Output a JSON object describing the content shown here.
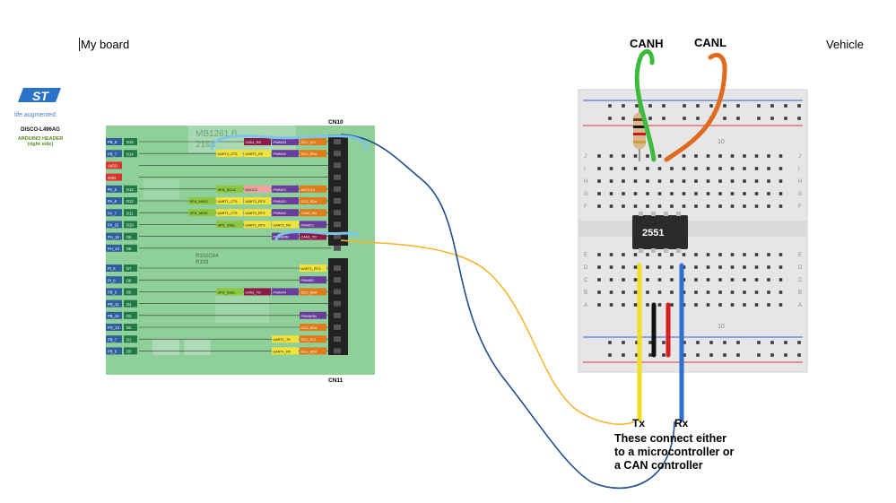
{
  "labels": {
    "my_board": "My board",
    "vehicle": "Vehicle",
    "canh": "CANH",
    "canl": "CANL",
    "tx": "Tx",
    "rx": "Rx",
    "note_line1": "These connect either",
    "note_line2": "to a microcontroller or",
    "note_line3": "a CAN controller"
  },
  "board": {
    "logo_text": "life.augmented",
    "name": "DISCO-L496AG",
    "header_line1": "ARDUINO HEADER",
    "header_line2": "(right side)",
    "cn_top": "CN10",
    "cn_bottom": "CN11",
    "silk_main": "MB1261 B",
    "silk_num": "2164",
    "silk_ref": "R102C84",
    "silk_ref2": "R103",
    "pins_top": [
      {
        "port": "PB_8",
        "ard": "D15",
        "funcs": [
          {
            "t": "CAN1_RD",
            "c": "#8b1c4a"
          },
          {
            "t": "PWM4/3",
            "c": "#6a3d9a"
          },
          {
            "t": "I2C1_SCL",
            "c": "#e07b1a"
          }
        ]
      },
      {
        "port": "PB_7",
        "ard": "D14",
        "funcs": [
          {
            "t": "UART4_CTS",
            "c": "#f2e23a"
          },
          {
            "t": "UART1_RX",
            "c": "#f2e23a"
          },
          {
            "t": "PWM4/2",
            "c": "#6a3d9a"
          },
          {
            "t": "I2C1_SDA",
            "c": "#e07b1a"
          }
        ]
      },
      {
        "port": "AVDD",
        "ard": "",
        "funcs": []
      },
      {
        "port": "GND",
        "ard": "",
        "funcs": []
      },
      {
        "port": "PA_5",
        "ard": "D13",
        "funcs": [
          {
            "t": "SPI1_SCLK",
            "c": "#8dc63f"
          },
          {
            "t": "DAC1/2",
            "c": "#f2a1a1"
          },
          {
            "t": "PWM2/1",
            "c": "#6a3d9a"
          },
          {
            "t": "ADC1/10",
            "c": "#e07b1a"
          }
        ]
      },
      {
        "port": "PA_6",
        "ard": "D12",
        "funcs": [
          {
            "t": "SPI1_MISO",
            "c": "#8dc63f"
          },
          {
            "t": "UART1_CTS",
            "c": "#f2e23a"
          },
          {
            "t": "UART3_RTS",
            "c": "#f2e23a"
          },
          {
            "t": "PWM3/1",
            "c": "#6a3d9a"
          },
          {
            "t": "I2C3_SDA",
            "c": "#e07b1a"
          }
        ]
      },
      {
        "port": "PA_7",
        "ard": "D11",
        "funcs": [
          {
            "t": "SPI1_MOSI",
            "c": "#8dc63f"
          },
          {
            "t": "UART1_CTS",
            "c": "#f2e23a"
          },
          {
            "t": "UART3_RTS",
            "c": "#f2e23a"
          },
          {
            "t": "PWM3/2",
            "c": "#6a3d9a"
          },
          {
            "t": "CAN2_RD",
            "c": "#e07b1a"
          }
        ]
      },
      {
        "port": "PA_15",
        "ard": "D10",
        "funcs": [
          {
            "t": "SPI1_SSEL",
            "c": "#8dc63f"
          },
          {
            "t": "UART1_RTS",
            "c": "#f2e23a"
          },
          {
            "t": "UART2_RX",
            "c": "#f2e23a"
          },
          {
            "t": "PWM2/1",
            "c": "#6a3d9a"
          }
        ]
      },
      {
        "port": "PH_15",
        "ard": "D9",
        "funcs": [
          {
            "t": "PWM8/3N",
            "c": "#6a3d9a"
          },
          {
            "t": "CAN1_TD",
            "c": "#8b1c4a"
          }
        ]
      },
      {
        "port": "PH_13",
        "ard": "D8",
        "funcs": []
      }
    ],
    "pins_bottom": [
      {
        "port": "PI_6",
        "ard": "D7",
        "funcs": [
          {
            "t": "UART1_RTS",
            "c": "#f2e23a"
          }
        ]
      },
      {
        "port": "PI_8",
        "ard": "D6",
        "funcs": [
          {
            "t": "PWM8/2",
            "c": "#6a3d9a"
          }
        ]
      },
      {
        "port": "PB_5",
        "ard": "D5",
        "funcs": [
          {
            "t": "SPI2_SSEL",
            "c": "#8dc63f"
          },
          {
            "t": "CAN1_TD",
            "c": "#8b1c4a"
          },
          {
            "t": "PWM4/4",
            "c": "#6a3d9a"
          },
          {
            "t": "I2C1_SDA",
            "c": "#e07b1a"
          }
        ]
      },
      {
        "port": "PG_11",
        "ard": "D4",
        "funcs": []
      },
      {
        "port": "PB_15",
        "ard": "D3",
        "funcs": [
          {
            "t": "PWM8/3N",
            "c": "#6a3d9a"
          }
        ]
      },
      {
        "port": "PG_13",
        "ard": "D2",
        "funcs": [
          {
            "t": "I2C3_SDA",
            "c": "#e07b1a"
          }
        ]
      },
      {
        "port": "PB_7",
        "ard": "D1",
        "funcs": [
          {
            "t": "UART1_TX",
            "c": "#f2e23a"
          },
          {
            "t": "I2C1_SCL",
            "c": "#e07b1a"
          }
        ]
      },
      {
        "port": "PB_6",
        "ard": "D0",
        "funcs": [
          {
            "t": "UART1_RX",
            "c": "#f2e23a"
          },
          {
            "t": "I2C1_SDA",
            "c": "#e07b1a"
          }
        ]
      }
    ]
  },
  "breadboard": {
    "chip_label": "2551",
    "col_marker": "10",
    "row_letters_top": [
      "J",
      "I",
      "H",
      "G",
      "F"
    ],
    "row_letters_bottom": [
      "E",
      "D",
      "C",
      "B",
      "A"
    ]
  },
  "colors": {
    "canh_wire": "#3dbb3d",
    "canl_wire": "#e06a1e",
    "tx_wire": "#f0e020",
    "rx_wire": "#2e6fd0",
    "board_green": "#8fcf9a",
    "dark_blue_wire": "#1f4e8a",
    "orange_wire": "#f5b731",
    "light_blue_wire": "#7ec3ea"
  }
}
